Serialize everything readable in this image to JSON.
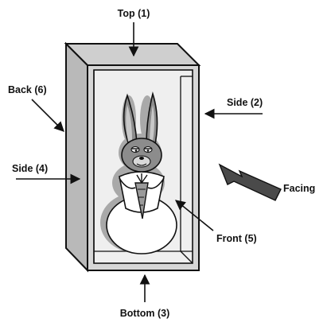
{
  "labels": {
    "top": "Top (1)",
    "side_right": "Side (2)",
    "bottom": "Bottom (3)",
    "side_left": "Side (4)",
    "front": "Front (5)",
    "back": "Back (6)",
    "facing": "Facing"
  },
  "colors": {
    "box_side": "#b9b9b9",
    "box_top": "#cfcfcf",
    "box_front_frame": "#d6d6d6",
    "box_inner": "#efefef",
    "bunny_head": "#8c8c8c",
    "bunny_ears_inner": "#c8c8c8",
    "bunny_body": "#ffffff",
    "shadow": "#a9a9a9",
    "outline": "#111111",
    "facing_arrow": "#4a4a4a"
  },
  "icons": {
    "subject": "bunny-icon",
    "held_item": "carrot-icon"
  }
}
